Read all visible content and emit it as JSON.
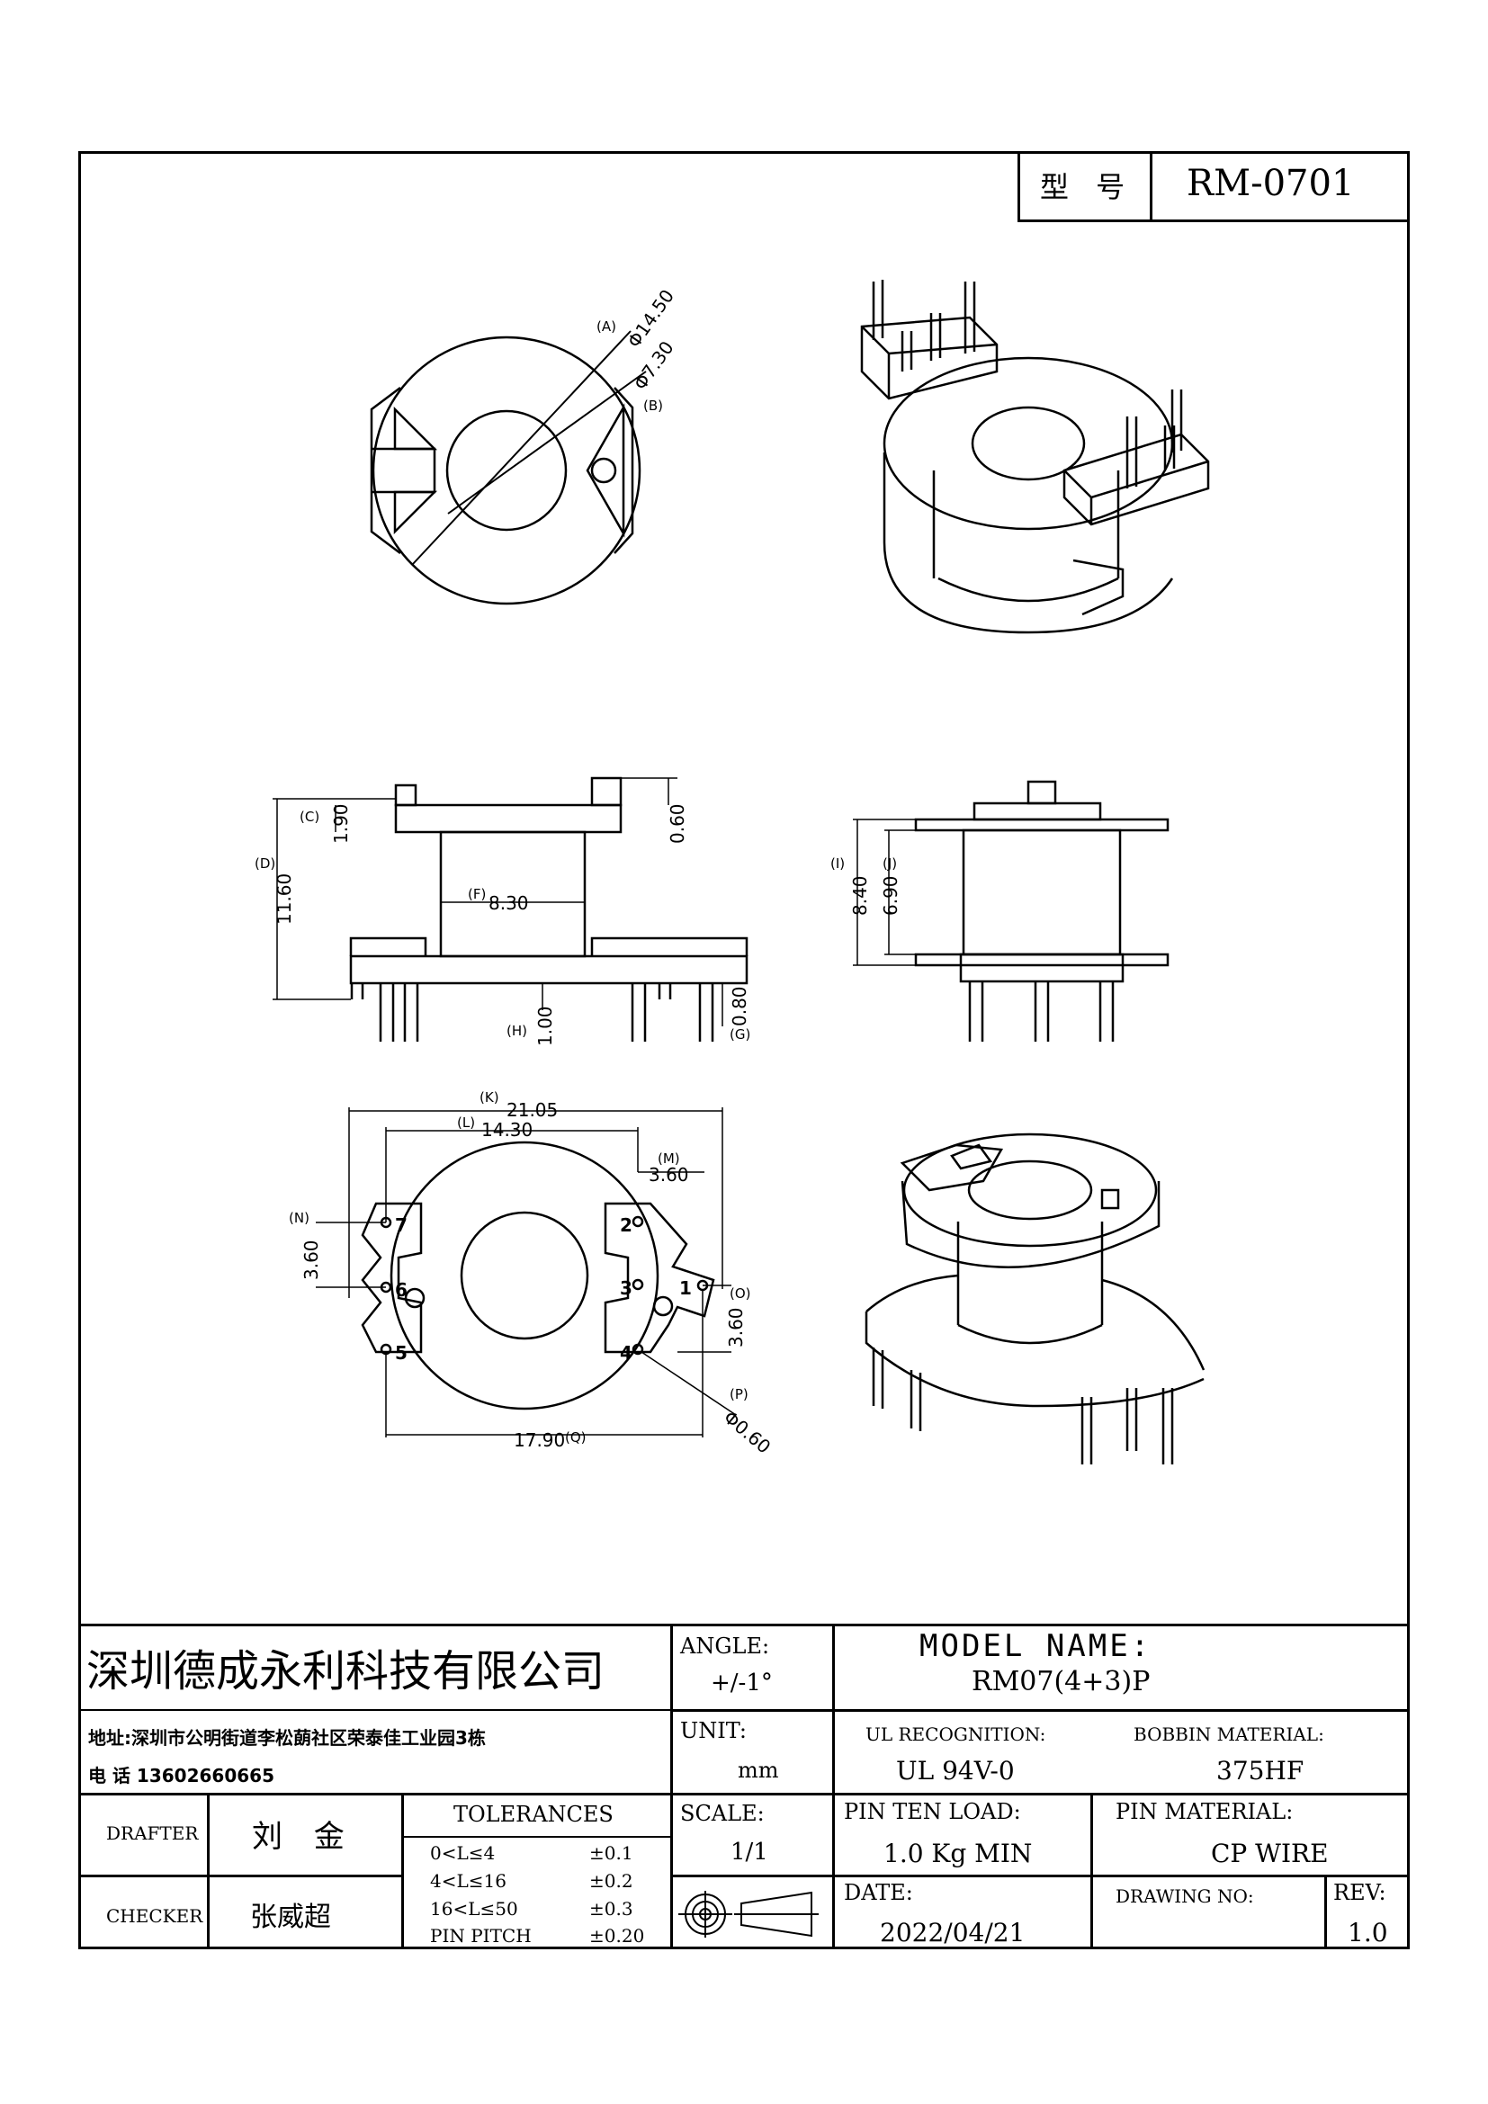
{
  "header": {
    "model_label": "型 号",
    "model_value": "RM-0701"
  },
  "dims": {
    "a": "(A)",
    "a_val": "Φ14.50",
    "b": "(B)",
    "b_val": "Φ7.30",
    "c": "(C)",
    "c_val": "1.90",
    "d": "(D)",
    "d_val": "11.60",
    "e_val": "0.60",
    "f": "(F)",
    "f_val": "8.30",
    "h": "(H)",
    "h_val": "1.00",
    "g": "(G)",
    "g_val": "0.80",
    "i": "(I)",
    "i_val": "8.40",
    "j": "(J)",
    "j_val": "6.90",
    "k": "(K)",
    "k_val": "21.05",
    "l": "(L)",
    "l_val": "14.30",
    "m": "(M)",
    "m_val": "3.60",
    "n": "(N)",
    "n_val": "3.60",
    "o": "(O)",
    "o_val": "3.60",
    "p": "(P)",
    "p_val": "Φ0.60",
    "q": "(Q)",
    "q_val": "17.90",
    "pins": [
      "1",
      "2",
      "3",
      "4",
      "5",
      "6",
      "7"
    ]
  },
  "title_block": {
    "company": "深圳德成永利科技有限公司",
    "address": "地址:深圳市公明街道李松蓢社区荣泰佳工业园3栋",
    "phone": "电 话  13602660665",
    "angle_label": "ANGLE:",
    "angle_value": "+/-1°",
    "model_name_label": "MODEL NAME:",
    "model_name_value": "RM07(4+3)P",
    "unit_label": "UNIT:",
    "unit_value": "mm",
    "ul_label": "UL RECOGNITION:",
    "ul_value": "UL 94V-0",
    "bobbin_label": "BOBBIN MATERIAL:",
    "bobbin_value": "375HF",
    "drafter_label": "DRAFTER",
    "drafter_value": "刘 金",
    "checker_label": "CHECKER",
    "checker_value": "张威超",
    "tolerances_label": "TOLERANCES",
    "tol": [
      {
        "range": "0<L≤4",
        "value": "±0.1"
      },
      {
        "range": "4<L≤16",
        "value": "±0.2"
      },
      {
        "range": "16<L≤50",
        "value": "±0.3"
      },
      {
        "range": "PIN PITCH",
        "value": "±0.20"
      }
    ],
    "scale_label": "SCALE:",
    "scale_value": "1/1",
    "pin_load_label": "PIN TEN LOAD:",
    "pin_load_value": "1.0 Kg MIN",
    "pin_material_label": "PIN MATERIAL:",
    "pin_material_value": "CP WIRE",
    "date_label": "DATE:",
    "date_value": "2022/04/21",
    "drawing_no_label": "DRAWING NO:",
    "drawing_no_value": "",
    "rev_label": "REV:",
    "rev_value": "1.0"
  }
}
